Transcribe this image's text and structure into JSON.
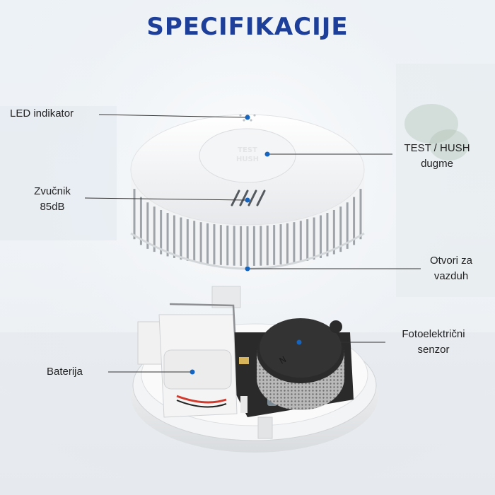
{
  "title": "SPECIFIKACIJE",
  "labels": {
    "led": "LED indikator",
    "speaker_l1": "Zvučnik",
    "speaker_l2": "85dB",
    "button_l1": "TEST / HUSH",
    "button_l2": "dugme",
    "vents_l1": "Otvori za",
    "vents_l2": "vazduh",
    "sensor_l1": "Fotoelektrični",
    "sensor_l2": "senzor",
    "battery": "Baterija"
  },
  "product": {
    "button_text_l1": "TEST",
    "button_text_l2": "HUSH"
  },
  "colors": {
    "title": "#1d3f9a",
    "marker_dot": "#1565c0",
    "leader_line": "#333333"
  }
}
